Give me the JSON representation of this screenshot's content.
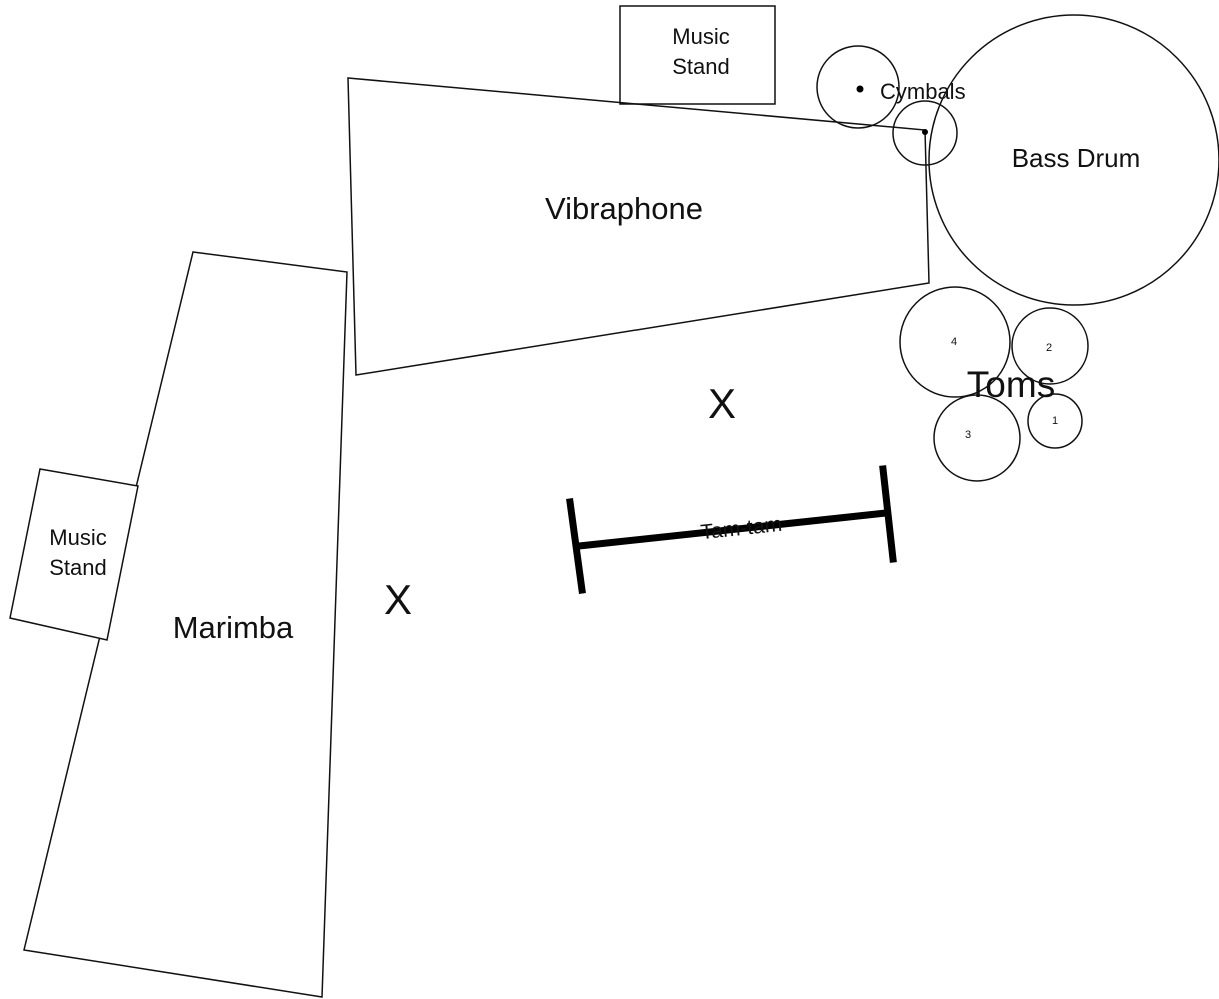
{
  "instruments": {
    "music_stand_top": {
      "line1": "Music",
      "line2": "Stand"
    },
    "music_stand_left": {
      "line1": "Music",
      "line2": "Stand"
    },
    "vibraphone": "Vibraphone",
    "marimba": "Marimba",
    "cymbals": "Cymbals",
    "bass_drum": "Bass Drum",
    "toms": {
      "label": "Toms",
      "numbers": [
        "1",
        "2",
        "3",
        "4"
      ]
    },
    "tam_tam": "Tam-tam"
  },
  "player_positions": [
    "X",
    "X"
  ],
  "colors": {
    "stroke": "#111111",
    "background": "#ffffff"
  }
}
